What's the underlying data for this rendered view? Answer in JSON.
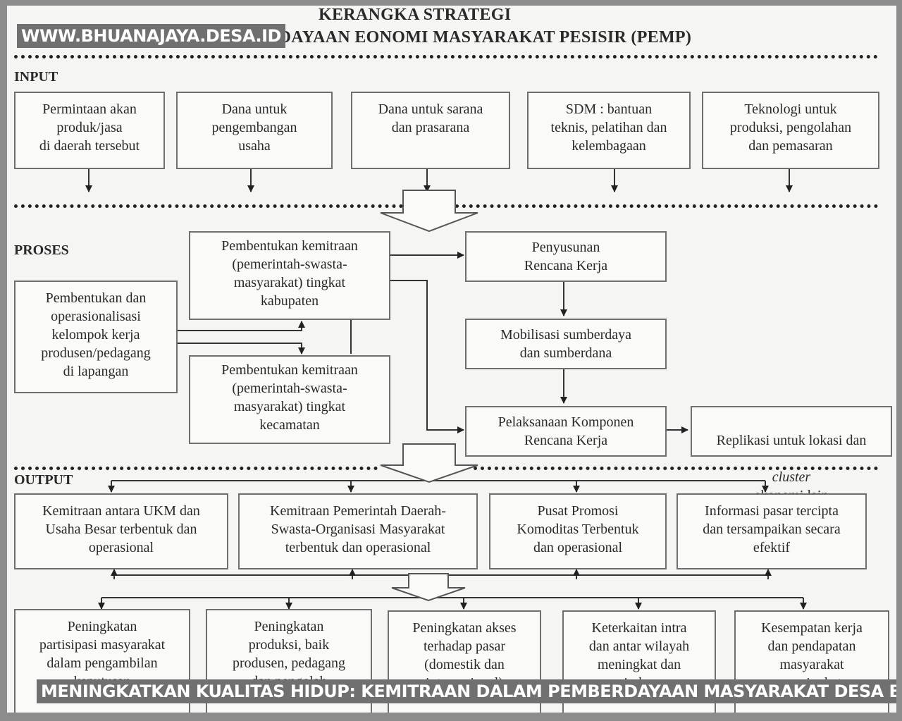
{
  "watermark": "WWW.BHUANAJAYA.DESA.ID",
  "title": {
    "line1": "KERANGKA STRATEGI",
    "line2": "RDAYAAN EONOMI MASYARAKAT PESISIR (PEMP)"
  },
  "sections": {
    "input": "INPUT",
    "proses": "PROSES",
    "output": "OUTPUT"
  },
  "input_boxes": [
    "Permintaan akan\nproduk/jasa\ndi daerah tersebut",
    "Dana untuk\npengembangan\nusaha",
    "Dana untuk sarana\ndan prasarana",
    "SDM : bantuan\nteknis, pelatihan dan\nkelembagaan",
    "Teknologi untuk\nproduksi, pengolahan\ndan pemasaran"
  ],
  "process": {
    "kelompok": "Pembentukan dan\noperasionalisasi\nkelompok kerja\nprodusen/pedagang\ndi lapangan",
    "kabupaten": "Pembentukan kemitraan\n(pemerintah-swasta-\nmasyarakat) tingkat\nkabupaten",
    "kecamatan": "Pembentukan kemitraan\n(pemerintah-swasta-\nmasyarakat) tingkat\nkecamatan",
    "rencana": "Penyusunan\nRencana Kerja",
    "mobilisasi": "Mobilisasi sumberdaya\ndan sumberdana",
    "pelaksanaan": "Pelaksanaan Komponen\nRencana Kerja",
    "replikasi_prefix": "Replikasi untuk lokasi dan",
    "replikasi_italic": "cluster",
    "replikasi_suffix": "ekonomi lain"
  },
  "output_boxes": [
    "Kemitraan antara UKM dan\nUsaha Besar terbentuk dan\noperasional",
    "Kemitraan Pemerintah Daerah-\nSwasta-Organisasi Masyarakat\nterbentuk dan operasional",
    "Pusat Promosi\nKomoditas Terbentuk\ndan operasional",
    "Informasi pasar tercipta\ndan tersampaikan secara\nefektif"
  ],
  "outcome_boxes": [
    "Peningkatan\npartisipasi masyarakat\ndalam pengambilan\nkeputusan",
    "Peningkatan\nproduksi, baik\nprodusen, pedagang\ndan pengolah",
    "Peningkatan akses\nterhadap pasar\n(domestik dan\ninternasional)",
    "Keterkaitan intra\ndan antar wilayah\nmeningkat dan\nseimbang",
    "Kesempatan kerja\ndan pendapatan\nmasyarakat\nmeningkat"
  ],
  "caption": "MENINGKATKAN KUALITAS HIDUP: KEMITRAAN DALAM PEMBERDAYAAN MASYARAKAT DESA BHUANA JAYA",
  "colors": {
    "background": "#f5f5f3",
    "border": "#6f6f6f",
    "banner": "#707070"
  }
}
